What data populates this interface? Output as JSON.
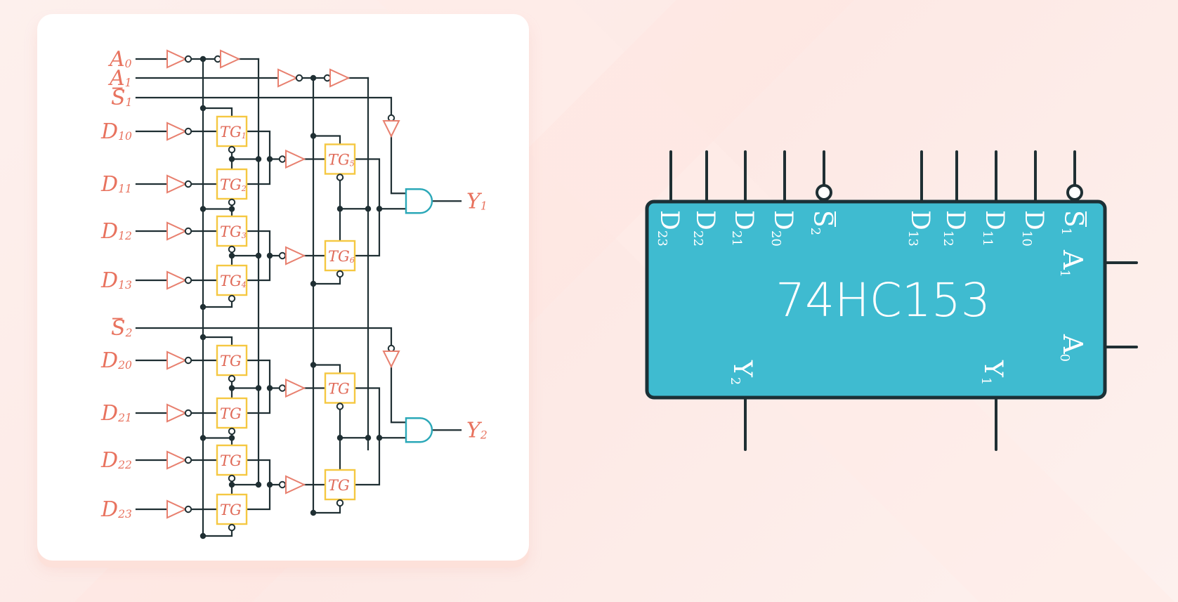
{
  "colors": {
    "background": "#fdeeeb",
    "card": "#ffffff",
    "wire": "#1f2f33",
    "gate_stroke": "#e8806f",
    "tg_stroke": "#f5c842",
    "and_gate": "#2ba8b8",
    "label": "#e8735f",
    "chip_fill": "#3fbbd0",
    "chip_border": "#1b3036"
  },
  "circuit": {
    "inputs_top": [
      {
        "base": "A",
        "sub": "0",
        "bar": false
      },
      {
        "base": "A",
        "sub": "1",
        "bar": false
      },
      {
        "base": "S",
        "sub": "1",
        "bar": true
      }
    ],
    "data_inputs_1": [
      {
        "base": "D",
        "sub": "10"
      },
      {
        "base": "D",
        "sub": "11"
      },
      {
        "base": "D",
        "sub": "12"
      },
      {
        "base": "D",
        "sub": "13"
      }
    ],
    "strobe_2": {
      "base": "S",
      "sub": "2",
      "bar": true
    },
    "data_inputs_2": [
      {
        "base": "D",
        "sub": "20"
      },
      {
        "base": "D",
        "sub": "21"
      },
      {
        "base": "D",
        "sub": "22"
      },
      {
        "base": "D",
        "sub": "23"
      }
    ],
    "tg_top": [
      {
        "base": "TG",
        "sub": "1"
      },
      {
        "base": "TG",
        "sub": "2"
      },
      {
        "base": "TG",
        "sub": "3"
      },
      {
        "base": "TG",
        "sub": "4"
      },
      {
        "base": "TG",
        "sub": "5"
      },
      {
        "base": "TG",
        "sub": "6"
      }
    ],
    "tg_bottom": [
      {
        "base": "TG",
        "sub": ""
      },
      {
        "base": "TG",
        "sub": ""
      },
      {
        "base": "TG",
        "sub": ""
      },
      {
        "base": "TG",
        "sub": ""
      },
      {
        "base": "TG",
        "sub": ""
      },
      {
        "base": "TG",
        "sub": ""
      }
    ],
    "outputs": [
      {
        "base": "Y",
        "sub": "1"
      },
      {
        "base": "Y",
        "sub": "2"
      }
    ]
  },
  "chip": {
    "name": "74HC153",
    "top_pins_left": [
      {
        "base": "D",
        "sub": "23"
      },
      {
        "base": "D",
        "sub": "22"
      },
      {
        "base": "D",
        "sub": "21"
      },
      {
        "base": "D",
        "sub": "20"
      },
      {
        "base": "S",
        "sub": "2",
        "bar": true
      }
    ],
    "top_pins_right": [
      {
        "base": "D",
        "sub": "13"
      },
      {
        "base": "D",
        "sub": "12"
      },
      {
        "base": "D",
        "sub": "11"
      },
      {
        "base": "D",
        "sub": "10"
      },
      {
        "base": "S",
        "sub": "1",
        "bar": true
      }
    ],
    "right_pins": [
      {
        "base": "A",
        "sub": "1"
      },
      {
        "base": "A",
        "sub": "0"
      }
    ],
    "bottom_pins": [
      {
        "base": "Y",
        "sub": "2"
      },
      {
        "base": "Y",
        "sub": "1"
      }
    ]
  }
}
